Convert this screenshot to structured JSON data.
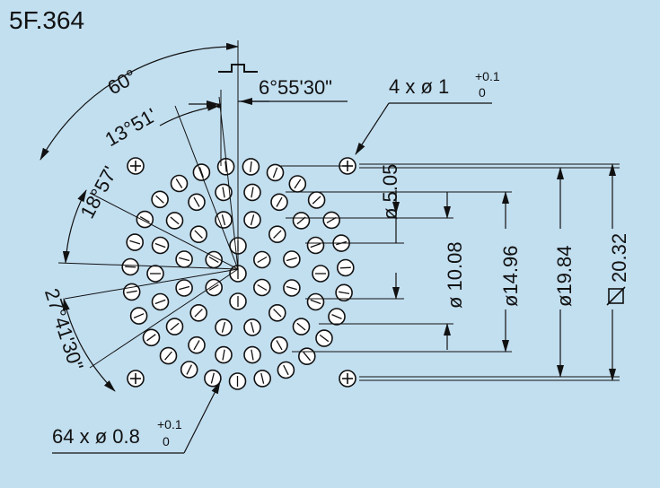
{
  "diagram": {
    "part_number": "5F.364",
    "holes_callout": {
      "main": "64 x ø 0.8",
      "tol_plus": "+0.1",
      "tol_zero": "0"
    },
    "mount_callout": {
      "main": "4 x ø 1",
      "tol_plus": "+0.1",
      "tol_zero": "0"
    },
    "angles": {
      "a60": "60°",
      "a13": "13°51'",
      "a18": "18°57'",
      "a6": "6°55'30\"",
      "a27": "27°41'30\""
    },
    "dims": {
      "d505": "ø 5.05",
      "d1008": "ø 10.08",
      "d1496": "ø14.96",
      "d1984": "ø19.84",
      "d2032": "20.32"
    },
    "colors": {
      "background": "#c2dff0",
      "ink": "#111111",
      "hole_fill": "#ffffff"
    },
    "icons": {
      "square_symbol": "square-dimension-symbol",
      "key_mark": "polarization-key-icon"
    }
  }
}
